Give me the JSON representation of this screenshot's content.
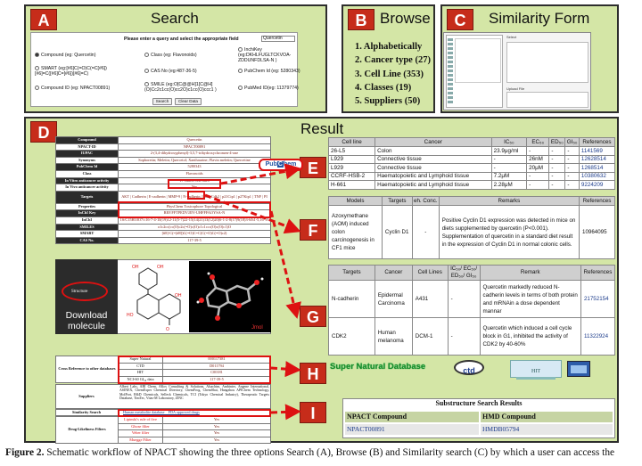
{
  "panels": {
    "a": {
      "letter": "A",
      "title": "Search"
    },
    "b": {
      "letter": "B",
      "title": "Browse"
    },
    "c": {
      "letter": "C",
      "title": "Similarity Form"
    },
    "d": {
      "letter": "D",
      "title": "Result"
    },
    "e": {
      "letter": "E"
    },
    "f": {
      "letter": "F"
    },
    "g": {
      "letter": "G"
    },
    "h": {
      "letter": "H"
    },
    "i": {
      "letter": "I"
    }
  },
  "search": {
    "prompt": "Please enter a query and select the appropriate field",
    "query_value": "Quercetin",
    "options": [
      "Compound (eg: Quercetin)",
      "Class (eg: Flavonoids)",
      "InchiKey (eg:DKHLFUGLTCKVOA-ZDDUNFDLSA-N )",
      "SMART (eg:[#6]C(=O)C(=C[#6])[#6]=C([#6]C=[#6])[#6]=C)",
      "CAS No (eg:487-36-5)",
      "PubChem Id (eg: 5280343)",
      "Compound ID (eg: NPACT00891)",
      "SMILE (eg:O[C@@H]1[C@H](O)Cc2c1cc(O)cc2O)c1cc(O)ccc1 )",
      "PubMed ID(eg: 11379774)"
    ],
    "search_btn": "Search",
    "clear_btn": "Clear Data"
  },
  "browse": {
    "items": [
      "1. Alphabetically",
      "2. Cancer type (27)",
      "3. Cell Line (353)",
      "4. Classes (19)",
      "5. Suppliers (50)"
    ]
  },
  "similarity": {
    "tab1": "Select",
    "tab2": "Upload File"
  },
  "result": {
    "rows": [
      [
        "Compound",
        "Quercetin"
      ],
      [
        "NPACT-ID",
        "NPACT00891"
      ],
      [
        "IUPAC",
        "2-(3,4-dihydroxyphenyl)-3,5,7-trihydroxychromen-4-one"
      ],
      [
        "Synonyms",
        "Sophoretin; Meletin; Quercetol; Xanthaurine; Flavin meletin; Quercetine"
      ],
      [
        "PubChem Id",
        "5280343"
      ],
      [
        "Class",
        "Flavonoids"
      ],
      [
        "In Vitro anticancer activity",
        "17 cancer cell lines"
      ],
      [
        "In Vivo anticancer activity",
        "Yes"
      ],
      [
        "Targets",
        "AKT | Cadherin | E-cadherin | MMP-9 | N-cadherin | bax | Cdk2 | p21Cip1 | p27Kip1 | TNF | PI"
      ],
      [
        "Properties",
        "PhysChem  Toxicophore  Topological"
      ],
      [
        "InChI Key",
        "REF.FFTPEDVJJIV-UHFFFAOYSA-N"
      ],
      [
        "InChI",
        "1S/C15H10O7/c16-7-4-10(19)12-11(5-7)22-15(14(21)13(12)20)6-1-2-8(17)9(18)3-6/h1-5,16-19"
      ],
      [
        "SMILES",
        "o1c2cc(cc(O)c2c(=O)c(O)c1c1ccc(O)c(O)c1)O"
      ],
      [
        "SMART",
        "[#8]-C(=[#8])C(=O)C=C(C(=O)C(=O)c2)"
      ],
      [
        "CAS No.",
        "117-39-5"
      ]
    ],
    "structure_label": "Structure",
    "download": "Download molecule",
    "jmol": "Jmol",
    "crossref": {
      "label": "Cross Reference to other databases",
      "rows": [
        [
          "Super Natural",
          "000117381"
        ],
        [
          "CTD",
          "D011794"
        ],
        [
          "HIT",
          "C00181"
        ],
        [
          "NCI-60 GI₅₀ data",
          "117-39-5"
        ]
      ]
    },
    "suppliers_label": "Suppliers",
    "suppliers_text": "Albert Labs, ABI Chem, AKos Consulting & Solutions, Alsachim, Ambinter, Angene International, ASINEX, ChemExper Chemical Directory, ChemFrog, ChemShai, Hangzhou APIChem Technology, MolPort, R&D Chemicals, Selleck Chemicals, TCI (Tokyo Chemical Industry), Therapeutic Targets Database, TimTec, Vitas-M Laboratory, ZINC",
    "similarity_search_label": "Similarity Search",
    "similarity_links": "Human metabolite database    FDA approved drugs",
    "druglike": {
      "label": "Drug-Likeliness Filters",
      "rows": [
        [
          "Lipinski's rule of five",
          "Yes"
        ],
        [
          "Ghose filter",
          "Yes"
        ],
        [
          "Veber filter",
          "Yes"
        ],
        [
          "Muegge Filter",
          "Yes"
        ]
      ]
    }
  },
  "table_e": {
    "headers": [
      "Cell line",
      "Cancer",
      "IC₅₀",
      "EC₅₀",
      "ED₅₀",
      "GI₅₀",
      "References"
    ],
    "rows": [
      [
        "26-L5",
        "Colon",
        "23.9μg/ml",
        "-",
        "-",
        "-",
        "1141569"
      ],
      [
        "L929",
        "Connective tissue",
        "-",
        "26nM",
        "-",
        "-",
        "12628514"
      ],
      [
        "L929",
        "Connective tissue",
        "-",
        "20μM",
        "-",
        "-",
        "1268514"
      ],
      [
        "CCRF-HSB-2",
        "Haematopoietic and Lymphoid tissue",
        "7.2μM",
        "-",
        "-",
        "-",
        "10380632"
      ],
      [
        "H-661",
        "Haematopoietic and Lymphoid tissue",
        "2.28μM",
        "-",
        "-",
        "-",
        "9224209"
      ]
    ]
  },
  "table_f": {
    "headers": [
      "Models",
      "Targets",
      "eh. Conc.",
      "Remarks",
      "References"
    ],
    "row": [
      "Azoxymethane (AOM) induced colon carcinogenesis in CF1 mice",
      "Cyclin D1",
      "-",
      "Positive Cyclin D1 expression was detected in mice on diets supplemented by quercetin (P<0.001). Supplementation of quercetin in a standard diet result in the expression of Cyclin D1 in normal colonic cells.",
      "10964095"
    ]
  },
  "table_g": {
    "headers": [
      "Targets",
      "Cancer",
      "Cell Lines",
      "IC₅₀/ EC₅₀/ ED₅₀/ GI₅₀",
      "Remark",
      "References"
    ],
    "rows": [
      [
        "N-cadherin",
        "Epidermal Carcinoma",
        "A431",
        "-",
        "Quercetin markedly reduced N-cadherin levels in terms of both protein and mRNAin a dose dependent mannar",
        "21752154"
      ],
      [
        "CDK2",
        "Human melanoma",
        "DCM-1",
        "-",
        "Quercetin which induced a cell cycle block in G1, inhibited the activity of CDK2 by 40-60%",
        "11322924"
      ]
    ]
  },
  "logos_h": {
    "supernatural": "Super Natural Database",
    "ctd": "ctd",
    "hit": "HIT"
  },
  "table_i": {
    "title": "Substructure Search Results",
    "headers": [
      "NPACT Compound",
      "HMD Compound"
    ],
    "row": [
      "NPACT00891",
      "HMDB05794"
    ]
  },
  "caption": {
    "label": "Figure 2.",
    "text": " Schematic workflow of NPACT showing the three options Search (A), Browse (B) and Similarity search (C) by which a user can access the"
  },
  "colors": {
    "panel": "#d4e6a6",
    "letter_bg": "#c62c1a",
    "arrow": "#dd1111",
    "link": "#1a3a8a"
  }
}
